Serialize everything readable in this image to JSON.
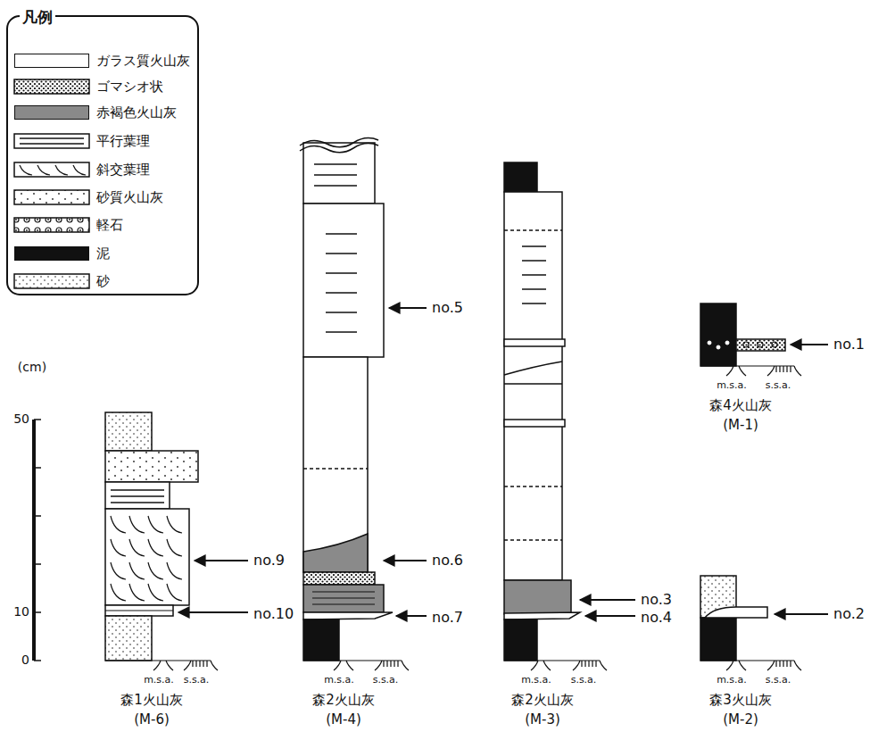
{
  "diagram": {
    "labels": [
      "凡例",
      "(cm)",
      "50",
      "10",
      "0",
      "no.1",
      "no.2",
      "no.3",
      "no.4",
      "no.5",
      "no.6",
      "no.7",
      "no.9",
      "no.10",
      "m.s.a.",
      "s.s.a.",
      "m.s.a.",
      "s.s.a.",
      "m.s.a.",
      "s.s.a.",
      "m.s.a.",
      "s.s.a.",
      "m.s.a.",
      "s.s.a.",
      "森1火山灰",
      "(M-6)",
      "森2火山灰",
      "(M-4)",
      "森2火山灰",
      "(M-3)",
      "森4火山灰",
      "(M-1)",
      "森3火山灰",
      "(M-2)"
    ],
    "legend": [
      {
        "text": "ガラス質火山灰",
        "color": "#ffffff"
      },
      {
        "text": "ゴマシオ状"
      },
      {
        "text": "赤褐色火山灰",
        "color": "#8a8a8a"
      },
      {
        "text": "平行葉理"
      },
      {
        "text": "斜交葉理"
      },
      {
        "text": "砂質火山灰"
      },
      {
        "text": "軽石"
      },
      {
        "text": "泥",
        "color": "#111111"
      },
      {
        "text": "砂"
      }
    ]
  }
}
